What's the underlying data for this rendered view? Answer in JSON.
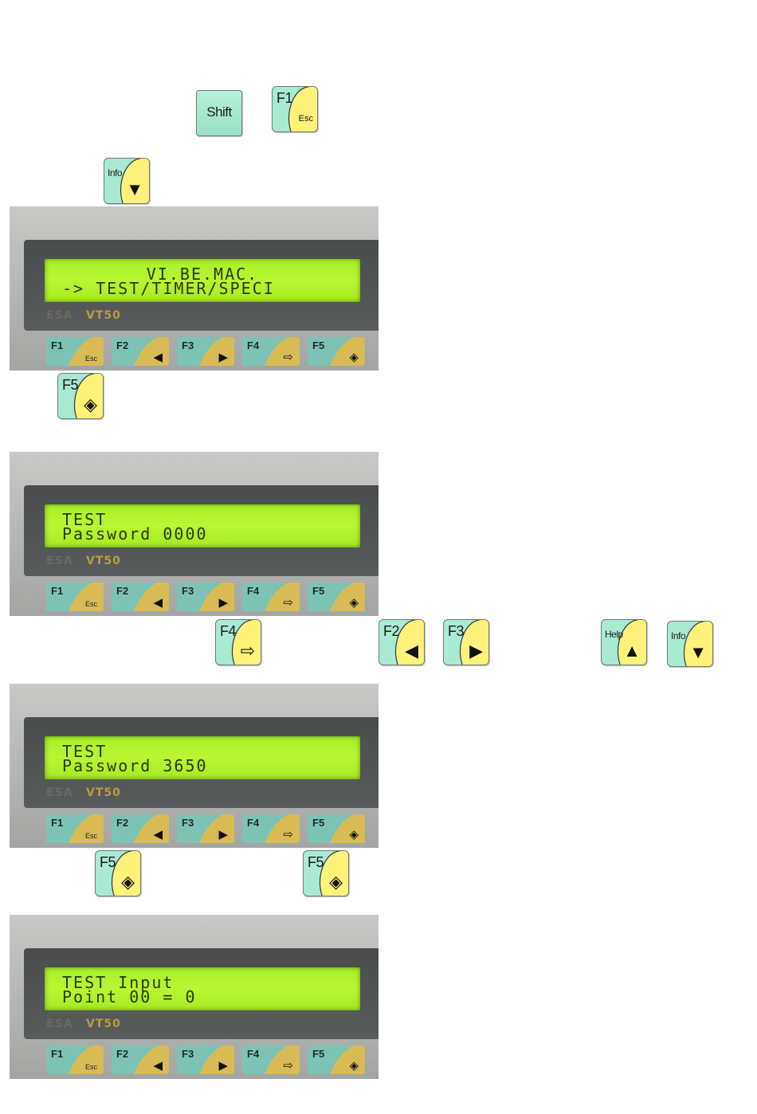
{
  "keys": {
    "shift": "Shift",
    "f1": "F1",
    "esc": "Esc",
    "info": "Info",
    "f2": "F2",
    "f3": "F3",
    "f4": "F4",
    "f5": "F5",
    "help": "Help",
    "glyph_down": "▼",
    "glyph_up": "▲",
    "glyph_left": "◀",
    "glyph_right": "▶",
    "glyph_enter": "⇨",
    "glyph_diamond": "◈"
  },
  "device": {
    "brand": "ESA",
    "model": "VT50",
    "fkey_labels": [
      "F1",
      "F2",
      "F3",
      "F4",
      "F5"
    ],
    "fkey_esc": "Esc",
    "fkey_glyphs": [
      "",
      "◀",
      "▶",
      "⇨",
      "◈"
    ]
  },
  "screens": [
    {
      "line1": "VI.BE.MAC.",
      "line2": "-> TEST/TIMER/SPECI"
    },
    {
      "line1": "TEST",
      "line2": "Password 0000"
    },
    {
      "line1": "TEST",
      "line2": "Password 3650"
    },
    {
      "line1": "TEST Input",
      "line2": "Point 00 = 0"
    }
  ],
  "colors": {
    "key_green": "#a9ead2",
    "key_yellow": "#fff27a",
    "lcd_green": "#b9f532"
  }
}
